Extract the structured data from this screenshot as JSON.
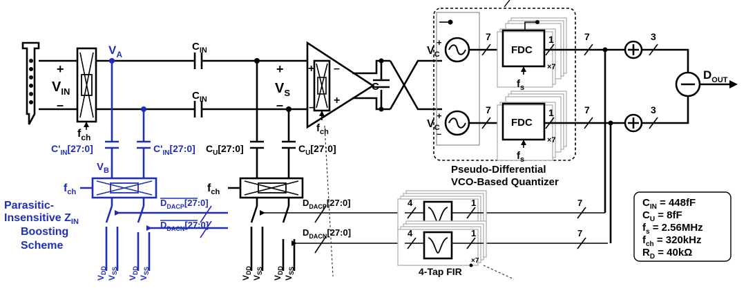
{
  "labels": {
    "va": "V",
    "va_sub": "A",
    "vb": "V",
    "vb_sub": "B",
    "vin_plus": "+",
    "vin": "V",
    "vin_sub": "IN",
    "vin_minus": "–",
    "vs_plus": "+",
    "vs": "V",
    "vs_sub": "S",
    "vs_minus": "–",
    "cin_top": "C",
    "cin_top_sub": "IN",
    "cin_bot": "C",
    "cin_bot_sub": "IN",
    "fch_main": "f",
    "fch_main_sub": "ch",
    "fch_blue": "f",
    "fch_blue_sub": "ch",
    "fch_black": "f",
    "fch_black_sub": "ch",
    "fch_amp": "f",
    "fch_amp_sub": "ch",
    "c_in_prime_1": "C'",
    "c_in_prime_1_sub": "IN",
    "c_in_prime_1_idx": "[27:0]",
    "c_in_prime_2": "C'",
    "c_in_prime_2_sub": "IN",
    "c_in_prime_2_idx": "[27:0]",
    "cu_1": "C",
    "cu_1_sub": "U",
    "cu_1_idx": "[27:0]",
    "cu_2": "C",
    "cu_2_sub": "U",
    "cu_2_idx": "[27:0]",
    "c_load": "C",
    "ddacp_blue": "D",
    "ddacp_blue_sub": "DACP",
    "ddacp_blue_idx": "[27:0]",
    "ddacn_blue": "D",
    "ddacn_blue_sub": "DACN",
    "ddacn_blue_idx": "[27:0]",
    "ddacp_black": "D",
    "ddacp_black_sub": "DACP",
    "ddacp_black_idx": "[27:0]",
    "ddacn_black": "D",
    "ddacn_black_sub": "DACN",
    "ddacn_black_idx": "[27:0]",
    "vdd": "V",
    "vdd_sub": "DD",
    "vss": "V",
    "vss_sub": "SS",
    "vc_plus": "+",
    "vc_minus": "–",
    "vc": "V",
    "vc_sub": "C",
    "fdc": "FDC",
    "bus7": "7",
    "bus1": "1",
    "bus3": "3",
    "bus4": "4",
    "x7": "×7",
    "fs": "f",
    "fs_sub": "s",
    "dout": "D",
    "dout_sub": "OUT",
    "pseudo_line1": "Pseudo-Differential",
    "pseudo_line2": "VCO-Based Quantizer",
    "fir_label": "4-Tap FIR",
    "scheme_line1": "Parasitic-",
    "scheme_line2": "Insensitive Z",
    "scheme_line2_sub": "IN",
    "scheme_line3": "Boosting",
    "scheme_line4": "Scheme",
    "plus_sym": "+",
    "minus_sym": "–"
  },
  "params": [
    {
      "sym": "C",
      "sub": "IN",
      "val": " = 448fF"
    },
    {
      "sym": "C",
      "sub": "U",
      "val": " = 8fF"
    },
    {
      "sym": "f",
      "sub": "s",
      "val": " = 2.56MHz"
    },
    {
      "sym": "f",
      "sub": "ch",
      "val": " = 320kHz"
    },
    {
      "sym": "R",
      "sub": "D",
      "val": " = 40kΩ"
    }
  ],
  "colors": {
    "wire": "#000000",
    "boost_scheme": "#1f2dbd",
    "block_shadow": "#b5b5b5"
  }
}
